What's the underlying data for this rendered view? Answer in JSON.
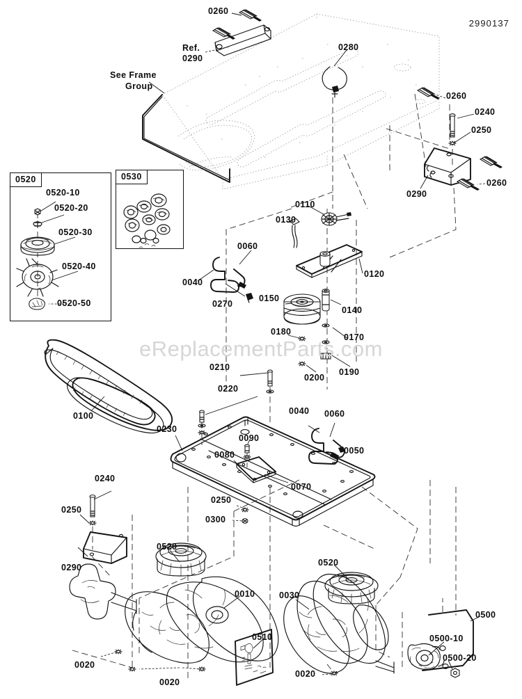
{
  "sheet": {
    "drawing_number": "2990137",
    "watermark": "eReplacementParts.com"
  },
  "notes": {
    "ref_0290": "Ref.\n0290",
    "ref_0290_line1": "Ref.",
    "ref_0290_line2": "0290",
    "see_frame_line1": "See Frame",
    "see_frame_line2": "Group"
  },
  "insets": [
    {
      "tag": "0520",
      "parts": [
        "0520-10",
        "0520-20",
        "0520-30",
        "0520-40",
        "0520-50"
      ]
    },
    {
      "tag": "0530",
      "parts": []
    }
  ],
  "inset_labels": {
    "p0520_10": "0520-10",
    "p0520_20": "0520-20",
    "p0520_30": "0520-30",
    "p0520_40": "0520-40",
    "p0520_50": "0520-50",
    "tag0520": "0520",
    "tag0530": "0530"
  },
  "group_0500": {
    "tag": "0500",
    "sub1": "0500-10",
    "sub2": "0500-20"
  },
  "callouts": [
    {
      "id": "c0260a",
      "label": "0260"
    },
    {
      "id": "c0280",
      "label": "0280"
    },
    {
      "id": "c0260b",
      "label": "0260"
    },
    {
      "id": "c0240a",
      "label": "0240"
    },
    {
      "id": "c0250a",
      "label": "0250"
    },
    {
      "id": "c0260c",
      "label": "0260"
    },
    {
      "id": "c0290a",
      "label": "0290"
    },
    {
      "id": "c0110",
      "label": "0110"
    },
    {
      "id": "c0130",
      "label": "0130"
    },
    {
      "id": "c0060a",
      "label": "0060"
    },
    {
      "id": "c0040a",
      "label": "0040"
    },
    {
      "id": "c0270",
      "label": "0270"
    },
    {
      "id": "c0150",
      "label": "0150"
    },
    {
      "id": "c0120",
      "label": "0120"
    },
    {
      "id": "c0140",
      "label": "0140"
    },
    {
      "id": "c0170",
      "label": "0170"
    },
    {
      "id": "c0180",
      "label": "0180"
    },
    {
      "id": "c0190",
      "label": "0190"
    },
    {
      "id": "c0200",
      "label": "0200"
    },
    {
      "id": "c0100",
      "label": "0100"
    },
    {
      "id": "c0210",
      "label": "0210"
    },
    {
      "id": "c0220",
      "label": "0220"
    },
    {
      "id": "c0230",
      "label": "0230"
    },
    {
      "id": "c0090",
      "label": "0090"
    },
    {
      "id": "c0080",
      "label": "0080"
    },
    {
      "id": "c0070",
      "label": "0070"
    },
    {
      "id": "c0040b",
      "label": "0040"
    },
    {
      "id": "c0060b",
      "label": "0060"
    },
    {
      "id": "c0050",
      "label": "0050"
    },
    {
      "id": "c0240b",
      "label": "0240"
    },
    {
      "id": "c0250b",
      "label": "0250"
    },
    {
      "id": "c0290b",
      "label": "0290"
    },
    {
      "id": "c0250c",
      "label": "0250"
    },
    {
      "id": "c0300",
      "label": "0300"
    },
    {
      "id": "c0520a",
      "label": "0520"
    },
    {
      "id": "c0520b",
      "label": "0520"
    },
    {
      "id": "c0010",
      "label": "0010"
    },
    {
      "id": "c0030",
      "label": "0030"
    },
    {
      "id": "c0020a",
      "label": "0020"
    },
    {
      "id": "c0020b",
      "label": "0020"
    },
    {
      "id": "c0020c",
      "label": "0020"
    },
    {
      "id": "c0510",
      "label": "0510"
    },
    {
      "id": "c0500",
      "label": "0500"
    },
    {
      "id": "c0500_10",
      "label": "0500-10"
    },
    {
      "id": "c0500_20",
      "label": "0500-20"
    }
  ]
}
